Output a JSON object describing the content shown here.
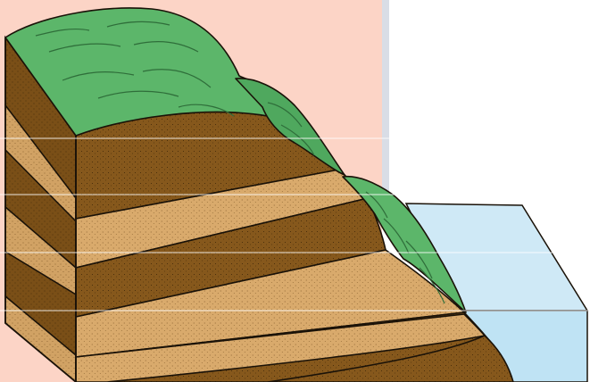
{
  "colors": {
    "background": "#ffffff",
    "panel": "#fcd4c6",
    "panel_shadow": "#d9dde6",
    "water": "#cfe9f6",
    "water_edge": "#bfe3f4",
    "dark_soil": "#86581c",
    "light_sand": "#d9aa6c",
    "grass": "#5cb66a",
    "grass_dark": "#2f6e3a",
    "outline": "#1a1208",
    "guide_line": "#ffffff"
  },
  "layers": [
    {
      "kind": "dark-soil"
    },
    {
      "kind": "light-sand"
    },
    {
      "kind": "dark-soil"
    },
    {
      "kind": "light-sand"
    },
    {
      "kind": "dark-soil"
    },
    {
      "kind": "light-sand"
    }
  ],
  "guide_lines_count": 4
}
